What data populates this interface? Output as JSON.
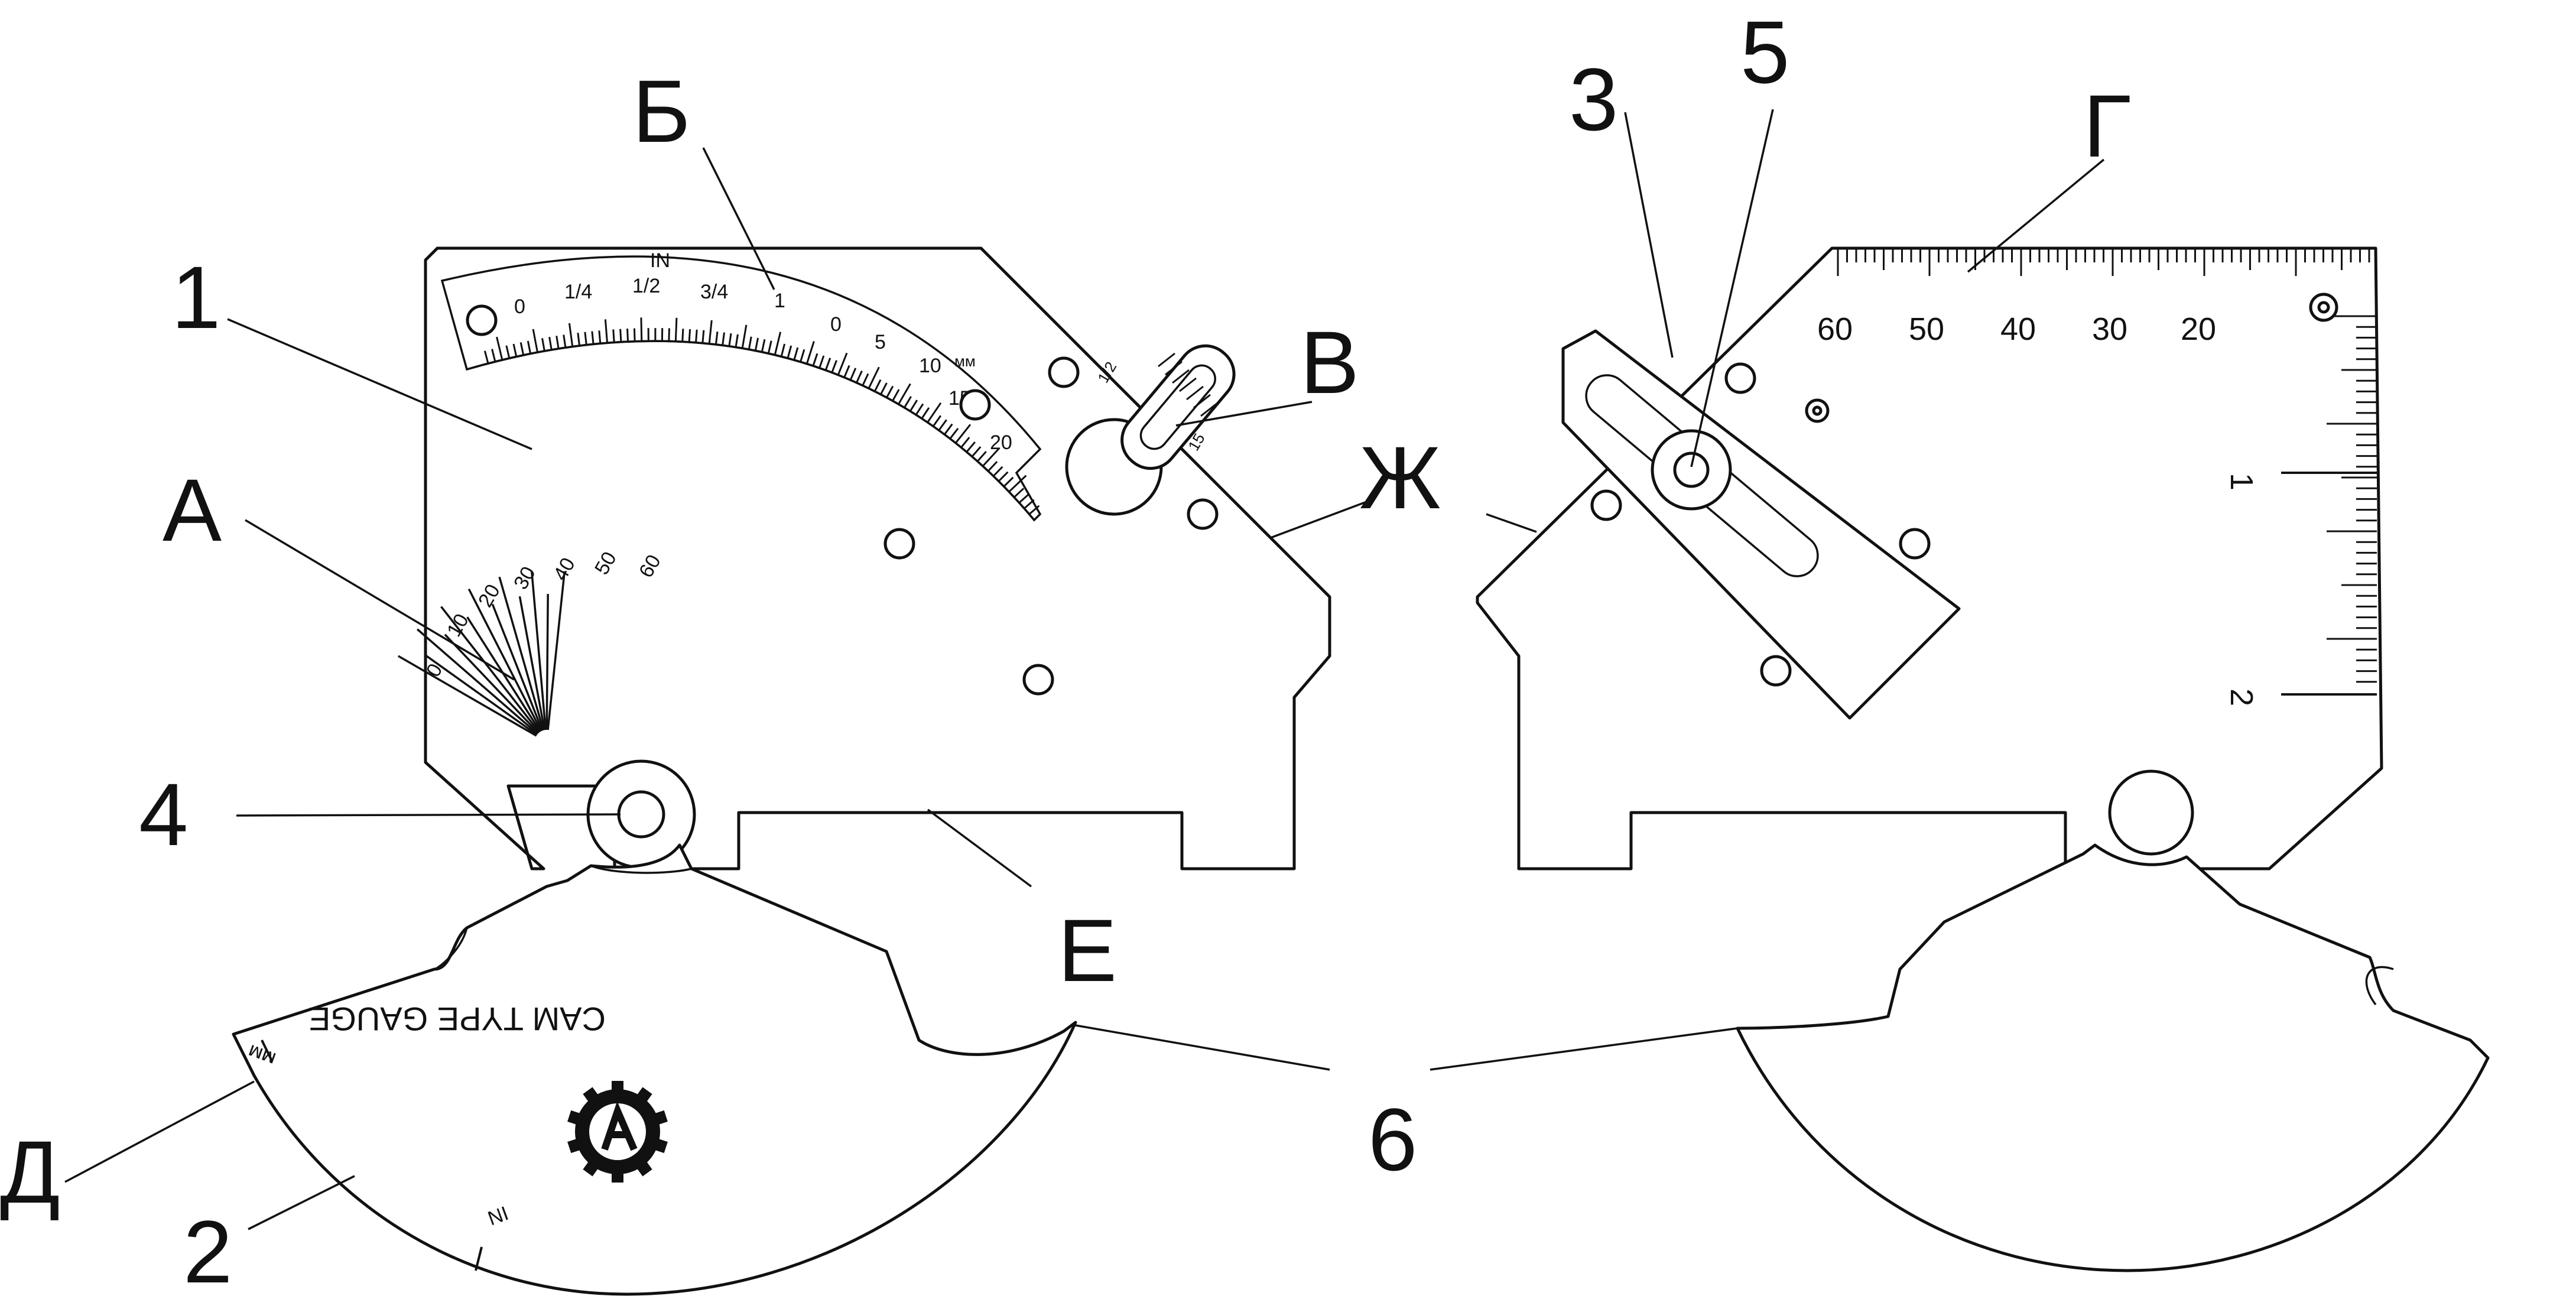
{
  "callouts": {
    "one": "1",
    "two": "2",
    "three": "3",
    "four": "4",
    "five": "5",
    "six": "6",
    "a": "А",
    "b": "Б",
    "v": "В",
    "g": "Г",
    "d": "Д",
    "e": "Е",
    "zh": "Ж"
  },
  "arc_scale": {
    "unit_in": "IN",
    "in_labels": [
      "0",
      "1/4",
      "1/2",
      "3/4",
      "1"
    ],
    "unit_mm": "мм",
    "mm_labels": [
      "0",
      "5",
      "10",
      "15",
      "20"
    ]
  },
  "angle_scale": {
    "labels": [
      "0",
      "10",
      "20",
      "30",
      "40",
      "50",
      "60"
    ]
  },
  "slider_scale": {
    "labels": [
      "1/2",
      "15"
    ]
  },
  "ruler": {
    "horizontal_labels": [
      "60",
      "50",
      "40",
      "30",
      "20"
    ],
    "vertical_labels": [
      "1",
      "2"
    ]
  },
  "cam": {
    "title": "CAM TYPE GAUGE",
    "unit_mm": "мм",
    "unit_in": "IN"
  },
  "colors": {
    "line": "#111111",
    "background": "#ffffff"
  }
}
